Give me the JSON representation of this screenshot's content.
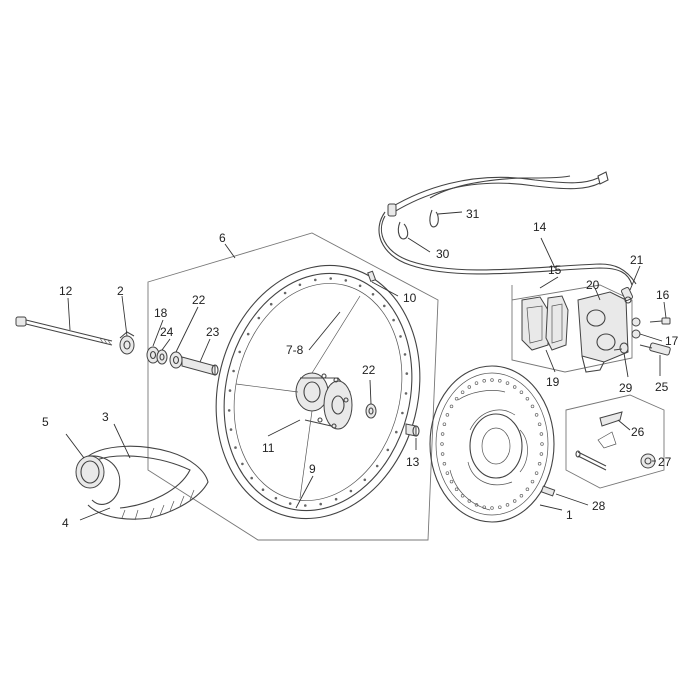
{
  "callouts": [
    {
      "id": "c1",
      "text": "1"
    },
    {
      "id": "c2",
      "text": "2"
    },
    {
      "id": "c3",
      "text": "3"
    },
    {
      "id": "c4",
      "text": "4"
    },
    {
      "id": "c5",
      "text": "5"
    },
    {
      "id": "c6",
      "text": "6"
    },
    {
      "id": "c78",
      "text": "7-8"
    },
    {
      "id": "c9",
      "text": "9"
    },
    {
      "id": "c10",
      "text": "10"
    },
    {
      "id": "c11",
      "text": "11"
    },
    {
      "id": "c12",
      "text": "12"
    },
    {
      "id": "c13",
      "text": "13"
    },
    {
      "id": "c14",
      "text": "14"
    },
    {
      "id": "c15",
      "text": "15"
    },
    {
      "id": "c16",
      "text": "16"
    },
    {
      "id": "c17",
      "text": "17"
    },
    {
      "id": "c18",
      "text": "18"
    },
    {
      "id": "c19",
      "text": "19"
    },
    {
      "id": "c20",
      "text": "20"
    },
    {
      "id": "c21",
      "text": "21"
    },
    {
      "id": "c22a",
      "text": "22"
    },
    {
      "id": "c22b",
      "text": "22"
    },
    {
      "id": "c23",
      "text": "23"
    },
    {
      "id": "c24",
      "text": "24"
    },
    {
      "id": "c25",
      "text": "25"
    },
    {
      "id": "c26",
      "text": "26"
    },
    {
      "id": "c27",
      "text": "27"
    },
    {
      "id": "c28",
      "text": "28"
    },
    {
      "id": "c29",
      "text": "29"
    },
    {
      "id": "c30",
      "text": "30"
    },
    {
      "id": "c31",
      "text": "31"
    }
  ]
}
